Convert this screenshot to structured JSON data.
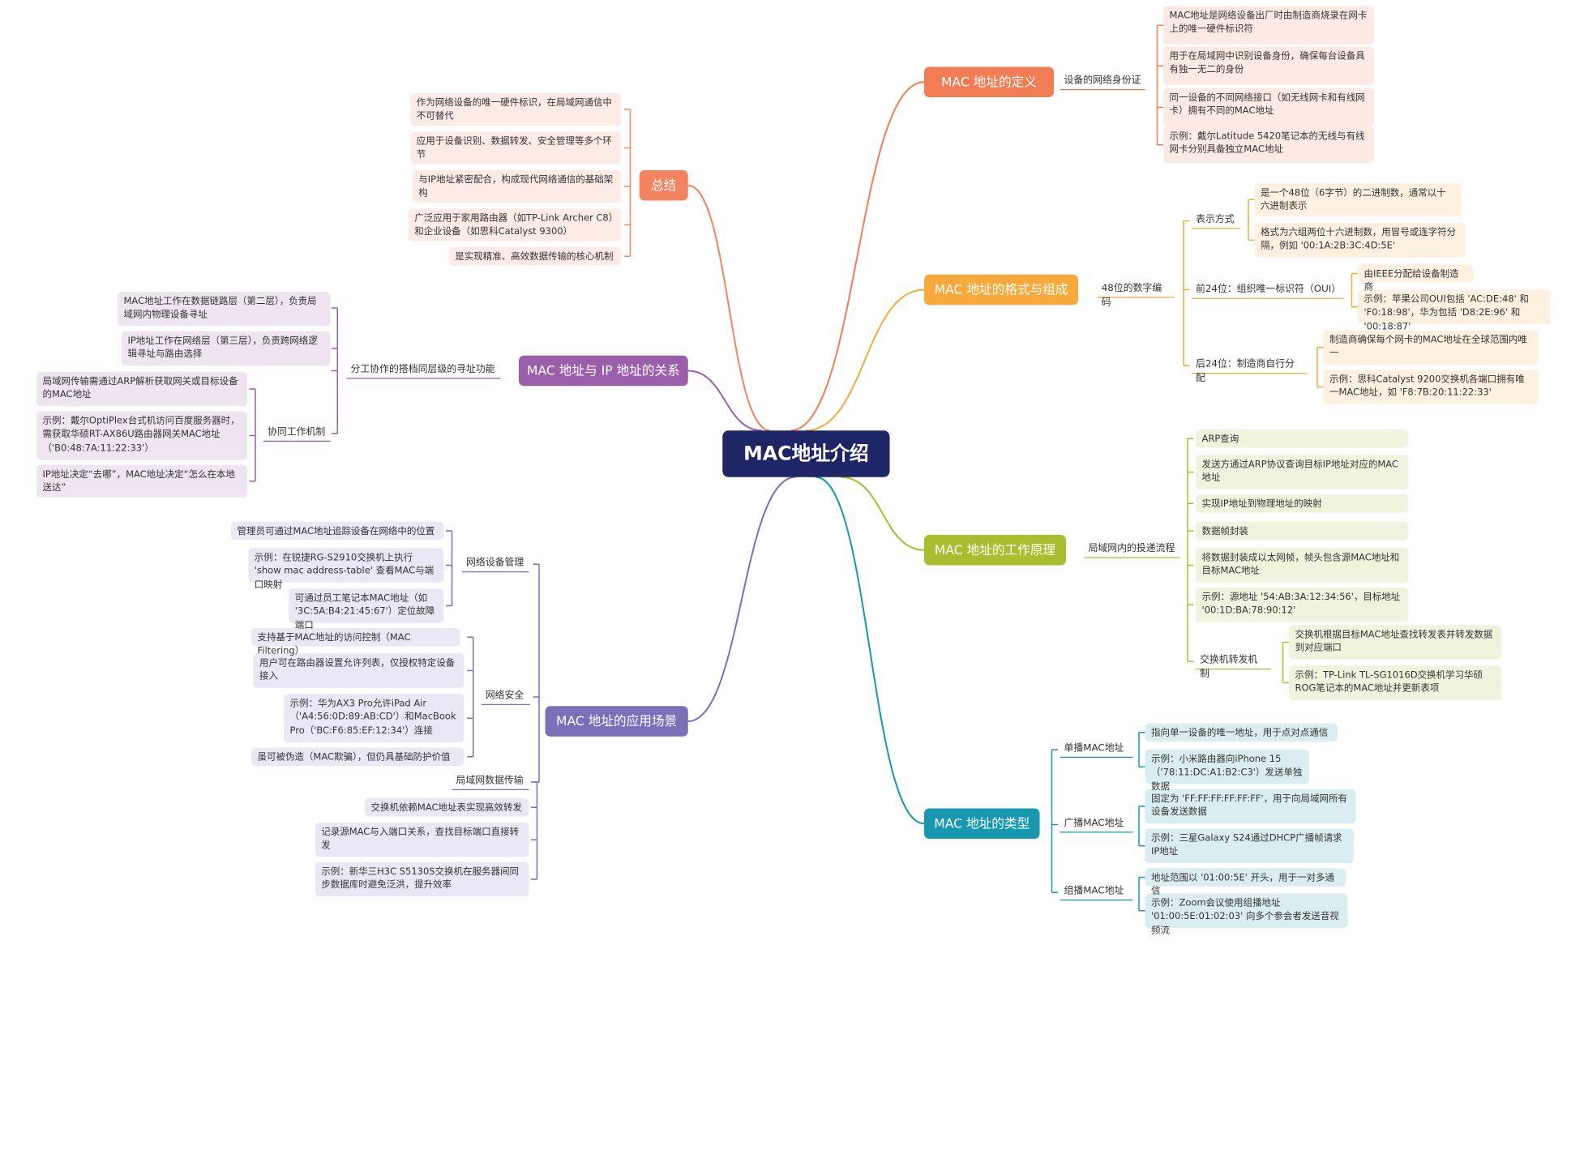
{
  "title": "MAC地址介绍",
  "colors": {
    "root": "#1e2665",
    "definition": "#f27d55",
    "format": "#f7a93c",
    "principle": "#a9bd2e",
    "types": "#1797b0",
    "applications": "#7a6fb8",
    "relation": "#9b5ea8",
    "summary": "#f4845f"
  },
  "branches": {
    "definition": {
      "title": "MAC 地址的定义",
      "sub": "设备的网络身份证",
      "items": [
        "MAC地址是网络设备出厂时由制造商烧录在网卡上的唯一硬件标识符",
        "用于在局域网中识别设备身份，确保每台设备具有独一无二的身份",
        "同一设备的不同网络接口（如无线网卡和有线网卡）拥有不同的MAC地址",
        "示例：戴尔Latitude 5420笔记本的无线与有线网卡分别具备独立MAC地址"
      ]
    },
    "format": {
      "title": "MAC 地址的格式与组成",
      "sub": "48位的数字编码",
      "rep": {
        "label": "表示方式",
        "items": [
          "是一个48位（6字节）的二进制数，通常以十六进制表示",
          "格式为六组两位十六进制数，用冒号或连字符分隔，例如 '00:1A:2B:3C:4D:5E'"
        ]
      },
      "oui": {
        "label": "前24位：组织唯一标识符（OUI）",
        "items": [
          "由IEEE分配给设备制造商",
          "示例：苹果公司OUI包括 'AC:DE:48' 和 'F0:18:98'，华为包括 'D8:2E:96' 和 '00:18:87'"
        ]
      },
      "tail": {
        "label": "后24位：制造商自行分配",
        "items": [
          "制造商确保每个网卡的MAC地址在全球范围内唯一",
          "示例：思科Catalyst 9200交换机各端口拥有唯一MAC地址，如 'F8:7B:20:11:22:33'"
        ]
      }
    },
    "principle": {
      "title": "MAC 地址的工作原理",
      "sub": "局域网内的投递流程",
      "items": [
        "ARP查询",
        "发送方通过ARP协议查询目标IP地址对应的MAC地址",
        "实现IP地址到物理地址的映射",
        "数据帧封装",
        "将数据封装成以太网帧，帧头包含源MAC地址和目标MAC地址",
        "示例：源地址 '54:AB:3A:12:34:56'，目标地址 '00:1D:BA:78:90:12'"
      ],
      "switch": {
        "label": "交换机转发机制",
        "items": [
          "交换机根据目标MAC地址查找转发表并转发数据到对应端口",
          "示例：TP-Link TL-SG1016D交换机学习华硕ROG笔记本的MAC地址并更新表项"
        ]
      }
    },
    "types": {
      "title": "MAC 地址的类型",
      "unicast": {
        "label": "单播MAC地址",
        "items": [
          "指向单一设备的唯一地址，用于点对点通信",
          "示例：小米路由器向iPhone 15（'78:11:DC:A1:B2:C3'）发送单独数据"
        ]
      },
      "broadcast": {
        "label": "广播MAC地址",
        "items": [
          "固定为 'FF:FF:FF:FF:FF:FF'，用于向局域网所有设备发送数据",
          "示例：三星Galaxy S24通过DHCP广播帧请求IP地址"
        ]
      },
      "multicast": {
        "label": "组播MAC地址",
        "items": [
          "地址范围以 '01:00:5E' 开头，用于一对多通信",
          "示例：Zoom会议使用组播地址 '01:00:5E:01:02:03' 向多个参会者发送音视频流"
        ]
      }
    },
    "applications": {
      "title": "MAC 地址的应用场景",
      "mgmt": {
        "label": "网络设备管理",
        "items": [
          "管理员可通过MAC地址追踪设备在网络中的位置",
          "示例：在锐捷RG-S2910交换机上执行 'show mac address-table' 查看MAC与端口映射",
          "可通过员工笔记本MAC地址（如 '3C:5A:B4:21:45:67'）定位故障端口"
        ]
      },
      "security": {
        "label": "网络安全",
        "items": [
          "支持基于MAC地址的访问控制（MAC Filtering）",
          "用户可在路由器设置允许列表，仅授权特定设备接入",
          "示例：华为AX3 Pro允许iPad Air（'A4:56:0D:89:AB:CD'）和MacBook Pro（'BC:F6:85:EF:12:34'）连接",
          "虽可被伪造（MAC欺骗），但仍具基础防护价值"
        ]
      },
      "lan": {
        "label": "局域网数据传输",
        "items": [
          "交换机依赖MAC地址表实现高效转发",
          "记录源MAC与入端口关系，查找目标端口直接转发",
          "示例：新华三H3C S5130S交换机在服务器间同步数据库时避免泛洪，提升效率"
        ]
      }
    },
    "relation": {
      "title": "MAC 地址与 IP 地址的关系",
      "sub": "分工协作的搭档同层级的寻址功能",
      "items": [
        "MAC地址工作在数据链路层（第二层），负责局域网内物理设备寻址",
        "IP地址工作在网络层（第三层），负责跨网络逻辑寻址与路由选择"
      ],
      "mech": {
        "label": "协同工作机制",
        "items": [
          "局域网传输需通过ARP解析获取网关或目标设备的MAC地址",
          "示例：戴尔OptiPlex台式机访问百度服务器时，需获取华硕RT-AX86U路由器网关MAC地址（'B0:48:7A:11:22:33'）",
          "IP地址决定“去哪”，MAC地址决定“怎么在本地送达”"
        ]
      }
    },
    "summary": {
      "title": "总结",
      "items": [
        "作为网络设备的唯一硬件标识，在局域网通信中不可替代",
        "应用于设备识别、数据转发、安全管理等多个环节",
        "与IP地址紧密配合，构成现代网络通信的基础架构",
        "广泛应用于家用路由器（如TP-Link Archer C8）和企业设备（如思科Catalyst 9300）",
        "是实现精准、高效数据传输的核心机制"
      ]
    }
  }
}
